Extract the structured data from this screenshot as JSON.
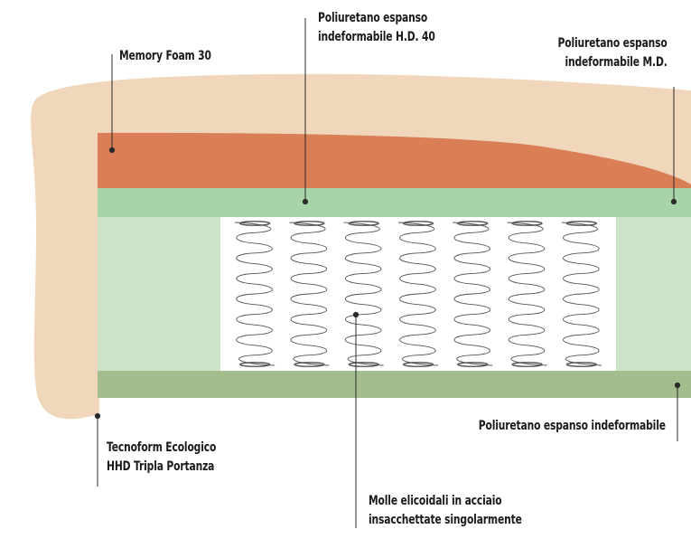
{
  "colors": {
    "background": "#ffffff",
    "outer_wrap": "#f0d7bb",
    "memory_foam": "#d97e55",
    "md_foam_layer": "#a9d3a9",
    "side_core": "#cde3c8",
    "bottom_layer": "#a3bd8f",
    "spring_core_bg": "#ffffff",
    "spring_stroke": "#555555",
    "leader_line": "#2a2a2a",
    "label_text": "#1b1b1b"
  },
  "labels": {
    "memory_foam": {
      "line1": "Memory Foam 30"
    },
    "hd40_foam": {
      "line1": "Poliuretano espanso",
      "line2": "indeformabile  H.D. 40"
    },
    "md_foam": {
      "line1": "Poliuretano espanso",
      "line2": "indeformabile  M.D."
    },
    "bottom_foam": {
      "line1": "Poliuretano espanso indeformabile"
    },
    "tecnoform": {
      "line1": "Tecnoform Ecologico",
      "line2": "HHD Tripla Portanza"
    },
    "springs": {
      "line1": "Molle elicoidali in acciaio",
      "line2": "insacchettate  singolarmente"
    }
  },
  "springs": {
    "columns": 7,
    "turns": 7
  }
}
